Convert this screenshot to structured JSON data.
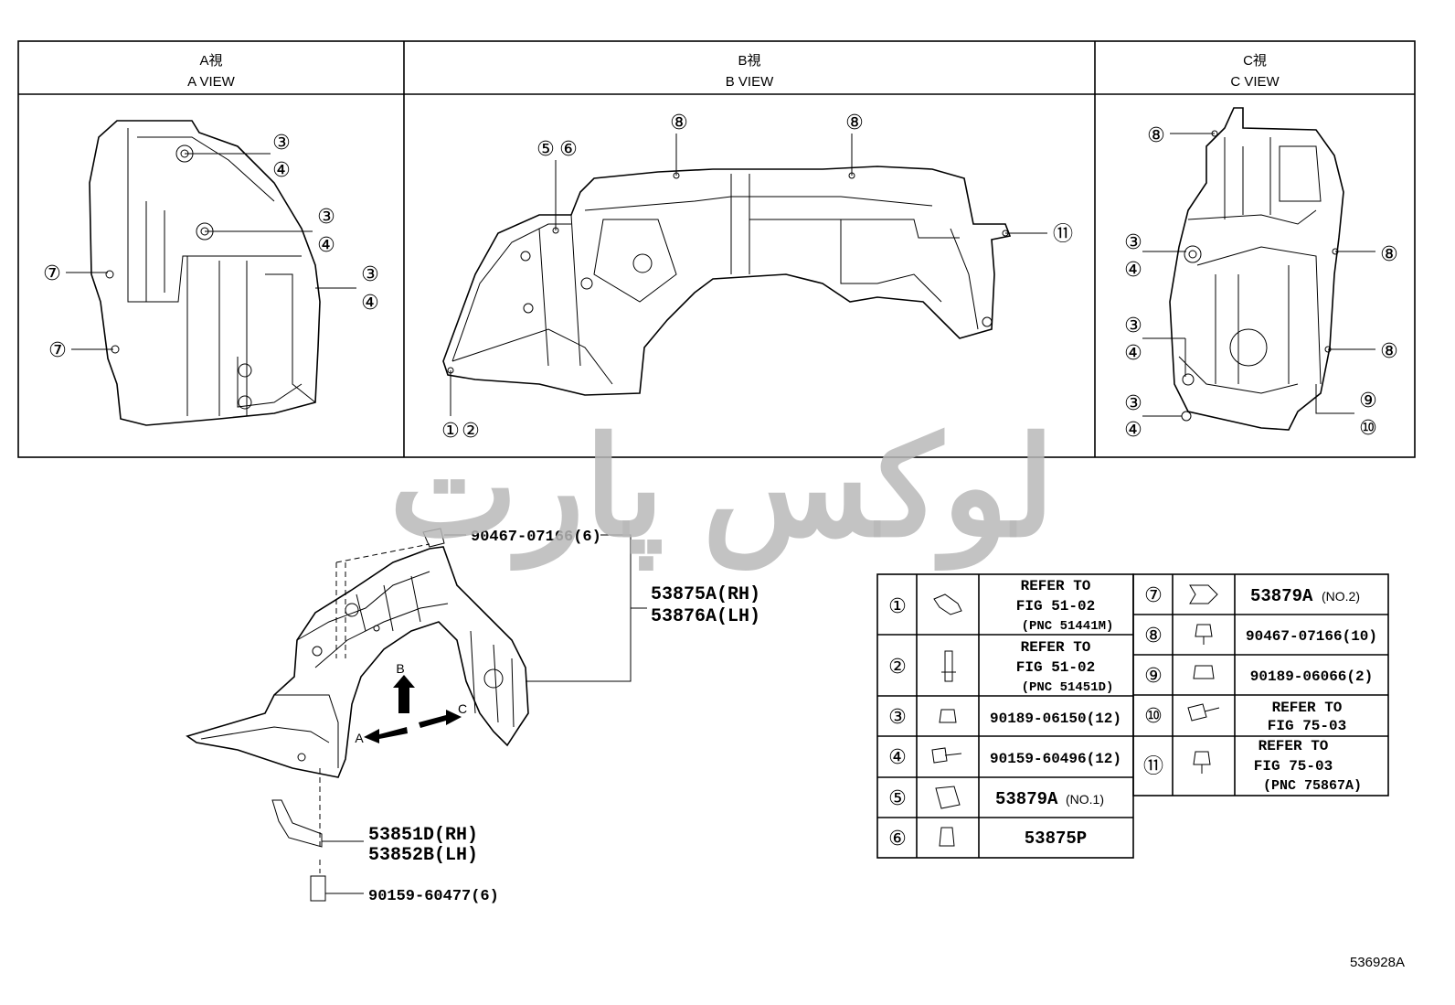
{
  "views": [
    {
      "jp": "A視",
      "en": "A VIEW"
    },
    {
      "jp": "B視",
      "en": "B VIEW"
    },
    {
      "jp": "C視",
      "en": "C VIEW"
    }
  ],
  "callouts": {
    "n1": "①",
    "n2": "②",
    "n3": "③",
    "n4": "④",
    "n5": "⑤",
    "n6": "⑥",
    "n7": "⑦",
    "n8": "⑧",
    "n9": "⑨",
    "n10": "⑩",
    "n11": "⑪"
  },
  "view_arrows": {
    "a": "A",
    "b": "B",
    "c": "C"
  },
  "main_labels": {
    "clip": "90467-07166(6)",
    "liner_rh": "53875A(RH)",
    "liner_lh": "53876A(LH)",
    "seal_rh": "53851D(RH)",
    "seal_lh": "53852B(LH)",
    "bolt": "90159-60477(6)"
  },
  "table_left": [
    {
      "num": "①",
      "lines": [
        "REFER TO",
        "FIG 51-02",
        "(PNC 51441M)"
      ]
    },
    {
      "num": "②",
      "lines": [
        "REFER TO",
        "FIG 51-02",
        "(PNC 51451D)"
      ]
    },
    {
      "num": "③",
      "lines": [
        "90189-06150(12)"
      ]
    },
    {
      "num": "④",
      "lines": [
        "90159-60496(12)"
      ]
    },
    {
      "num": "⑤",
      "part": "53879A",
      "suffix": "(NO.1)"
    },
    {
      "num": "⑥",
      "lines": [
        "53875P"
      ]
    }
  ],
  "table_right": [
    {
      "num": "⑦",
      "part": "53879A",
      "suffix": "(NO.2)"
    },
    {
      "num": "⑧",
      "lines": [
        "90467-07166(10)"
      ]
    },
    {
      "num": "⑨",
      "lines": [
        "90189-06066(2)"
      ]
    },
    {
      "num": "⑩",
      "lines": [
        "REFER TO",
        "FIG 75-03"
      ]
    },
    {
      "num": "⑪",
      "lines": [
        "REFER TO",
        "FIG 75-03",
        "(PNC 75867A)"
      ]
    }
  ],
  "watermark_text": "لوکس پارت",
  "drawing_id": "536928A"
}
